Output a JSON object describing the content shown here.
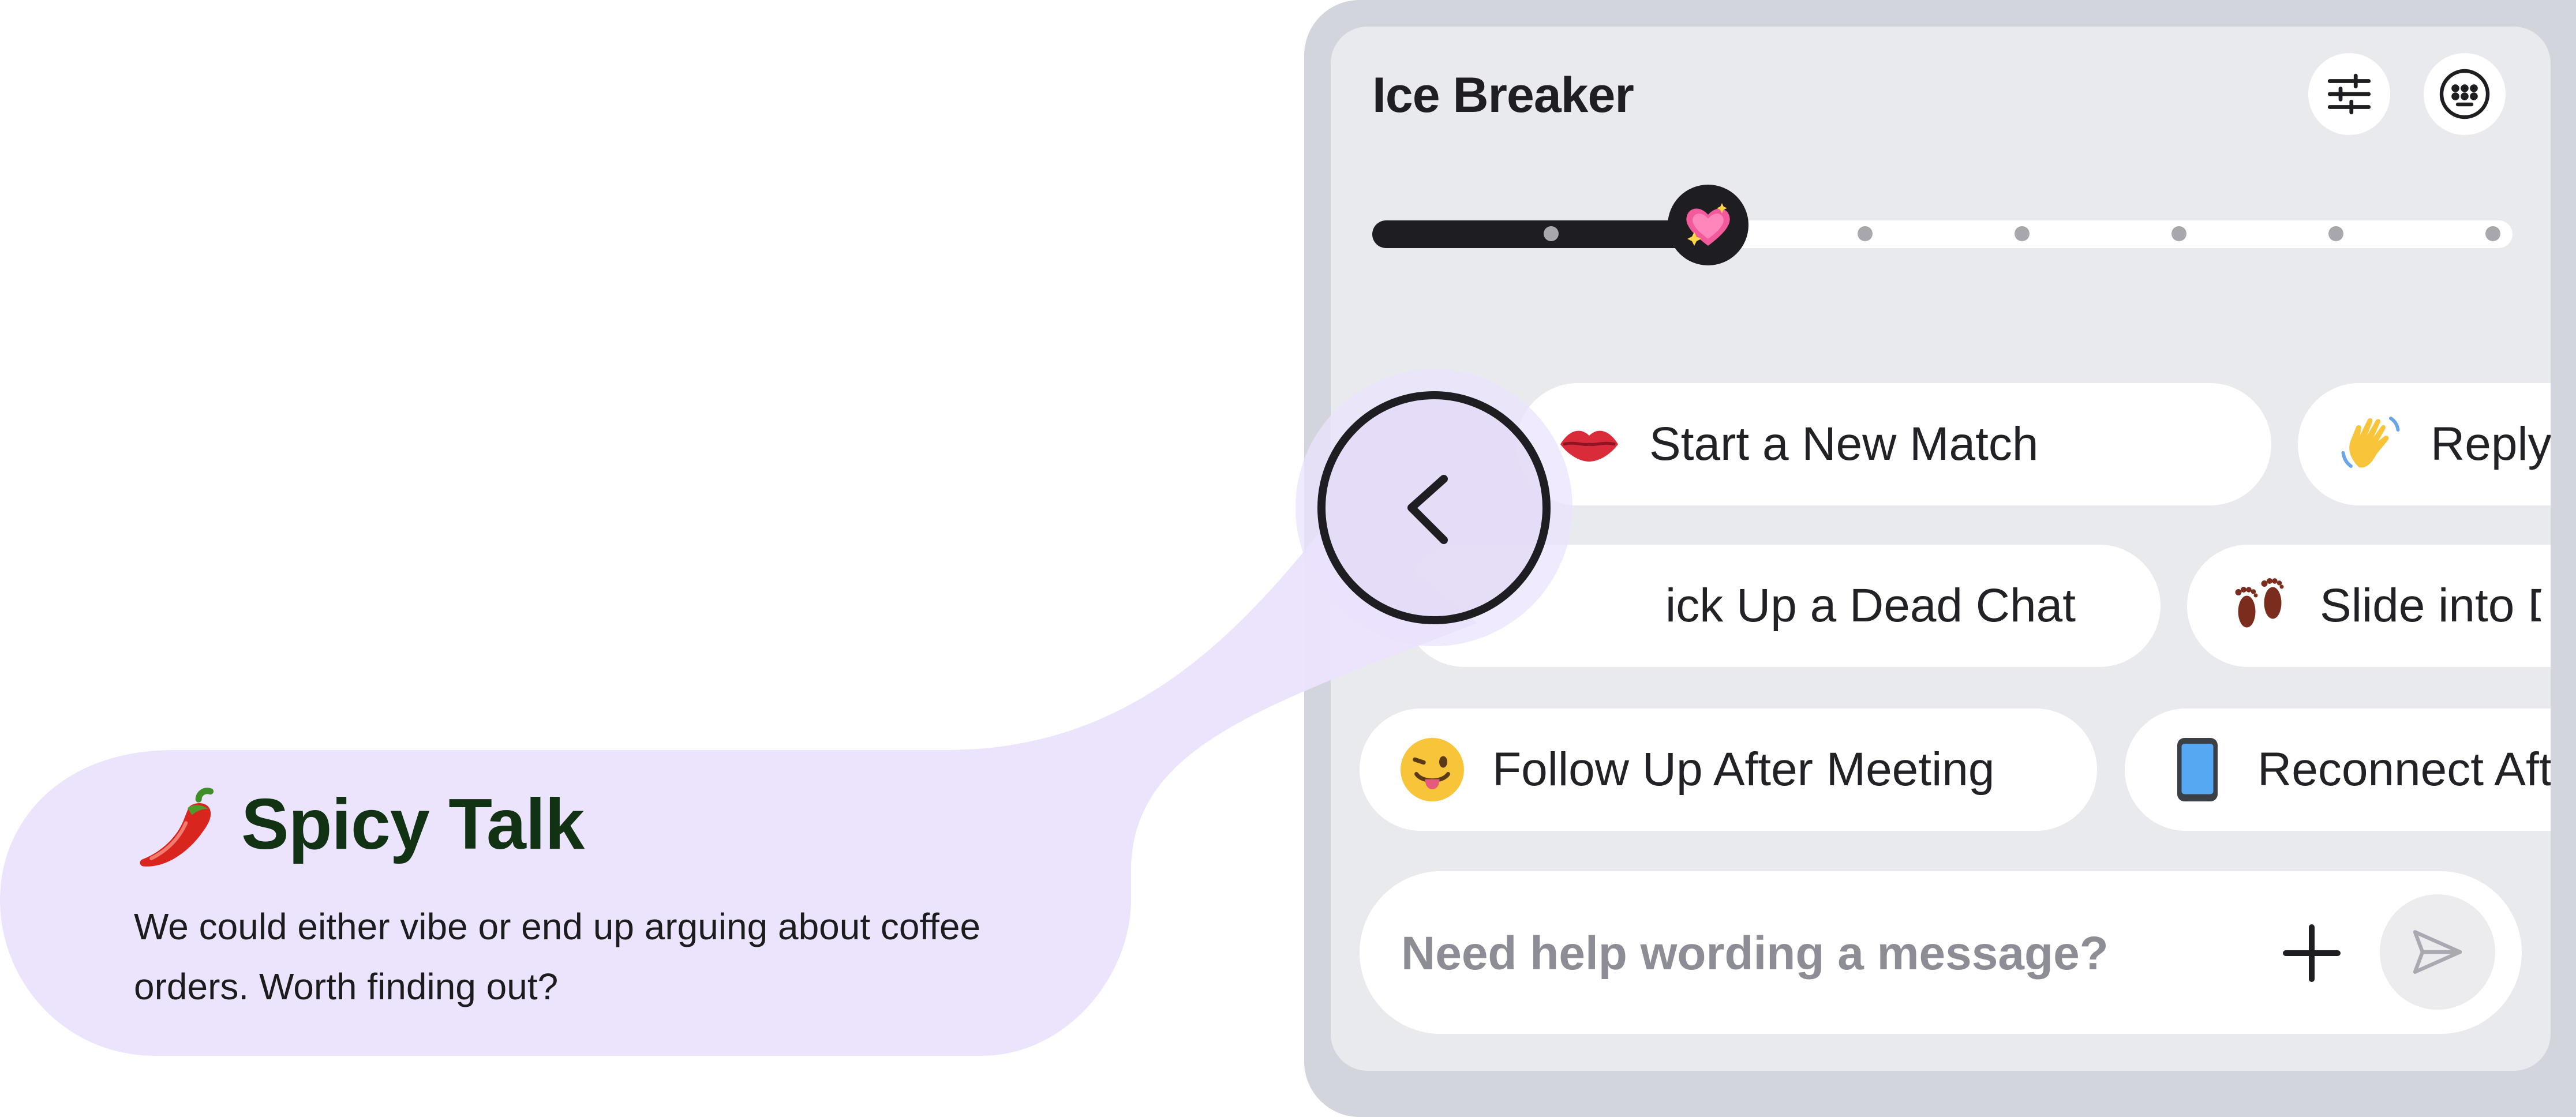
{
  "app": {
    "title": "Ice Breaker"
  },
  "header": {
    "filter_icon": "sliders-icon",
    "keyboard_icon": "keyboard-icon"
  },
  "slider": {
    "selected_step": 1,
    "total_steps": 7,
    "thumb_icon": "sparkling-heart-emoji"
  },
  "chips": [
    {
      "icon": "kiss-lips-emoji",
      "label": "Start a New Match"
    },
    {
      "icon": "waving-hand-emoji",
      "label": "Reply to a “hi"
    },
    {
      "icon": "",
      "label": "ick Up a Dead Chat"
    },
    {
      "icon": "footprints-emoji",
      "label": "Slide into DMs"
    },
    {
      "icon": "winking-tongue-face-emoji",
      "label": "Follow Up After Meeting"
    },
    {
      "icon": "mobile-phone-emoji",
      "label": "Reconnect Aft"
    }
  ],
  "composer": {
    "placeholder": "Need help wording a message?",
    "plus_icon": "plus-icon",
    "send_icon": "send-icon"
  },
  "callout": {
    "emoji": "hot-pepper-emoji",
    "title": "Spicy Talk",
    "body": "We could either vibe or end up arguing about coffee orders. Worth finding out?",
    "back_icon": "chevron-left-icon"
  },
  "colors": {
    "frame": "#d3d5dd",
    "screen": "#e9eaee",
    "callout": "#ebe3fd",
    "callout_title": "#123214",
    "slider_fill": "#1e1e22"
  }
}
